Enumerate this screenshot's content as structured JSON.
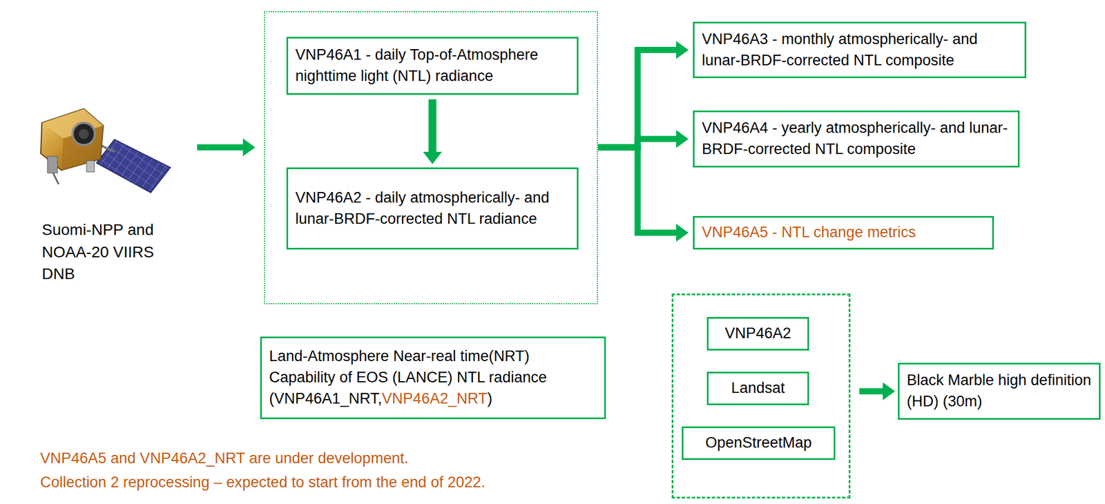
{
  "diagram": {
    "nodes": [
      {
        "text": [
          "Suomi-NPP and NOAA-20 VIIRS DNB"
        ]
      },
      {
        "text": []
      },
      {
        "text": [
          "VNP46A1 - daily Top-of-Atmosphere nighttime light (NTL) radiance"
        ],
        "in": 1
      },
      {
        "text": [
          "VNP46A2 - daily atmospherically- and lunar-BRDF-corrected NTL radiance"
        ],
        "in": 1
      },
      {
        "text": [
          "VNP46A3 - monthly atmospherically- and lunar-BRDF-corrected NTL composite"
        ]
      },
      {
        "text": [
          "VNP46A4 - yearly atmospherically- and lunar-BRDF-corrected NTL composite"
        ]
      },
      {
        "text": [
          "VNP46A5 - NTL change metrics"
        ]
      },
      {
        "text": [
          "Land-Atmosphere Near-real time(NRT) Capability of EOS (LANCE) NTL radiance (VNP46A1_NRT,",
          "VNP46A2_NRT",
          ")"
        ]
      },
      {
        "text": []
      },
      {
        "text": [
          "VNP46A2"
        ],
        "in": 8
      },
      {
        "text": [
          "Landsat"
        ],
        "in": 8
      },
      {
        "text": [
          "OpenStreetMap"
        ],
        "in": 8
      },
      {
        "text": [
          "Black Marble high definition (HD) (30m)"
        ]
      }
    ],
    "edges": [
      {
        "from": 0,
        "to": 1,
        "arrow": "to"
      },
      {
        "from": 2,
        "to": 3,
        "arrow": "to"
      },
      {
        "from": 1,
        "to": 4,
        "arrow": "to"
      },
      {
        "from": 1,
        "to": 5,
        "arrow": "to"
      },
      {
        "from": 1,
        "to": 6,
        "arrow": "to"
      },
      {
        "from": 8,
        "to": 12,
        "arrow": "to"
      }
    ],
    "labels": [
      "VNP46A5 and VNP46A2_NRT are under development.",
      "Collection 2 reprocessing – expected to start from the end of 2022."
    ]
  }
}
